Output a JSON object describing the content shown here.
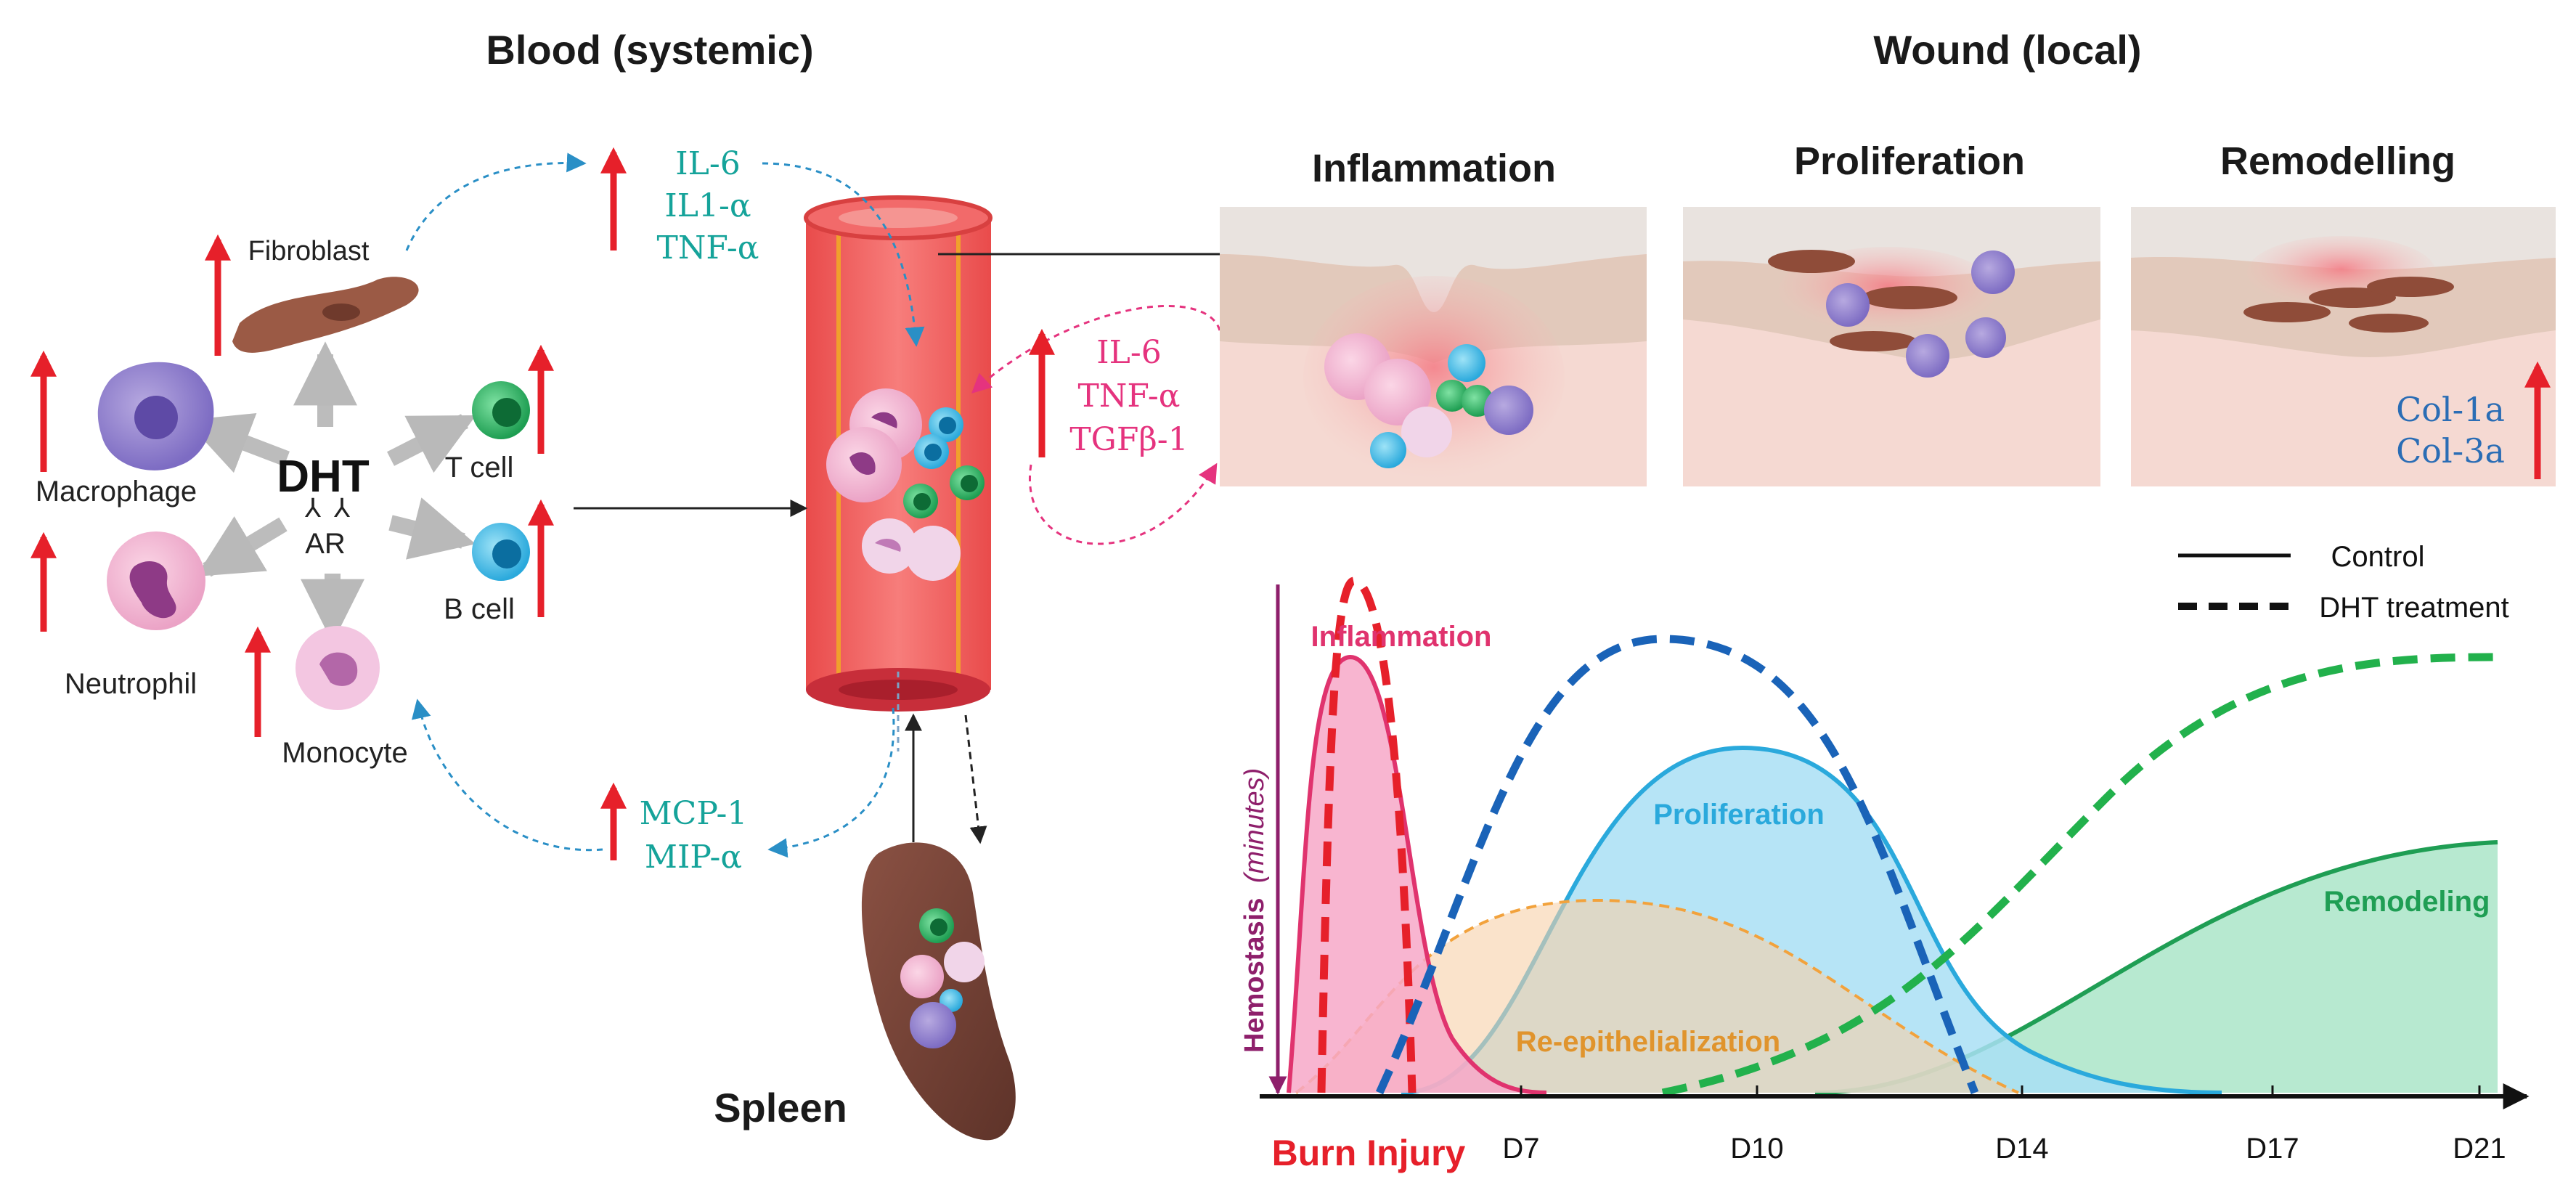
{
  "sections": {
    "blood_title": "Blood (systemic)",
    "wound_title": "Wound (local)"
  },
  "hormone": {
    "label": "DHT",
    "receptor": "AR"
  },
  "cells": {
    "fibroblast": "Fibroblast",
    "macrophage": "Macrophage",
    "neutrophil": "Neutrophil",
    "monocyte": "Monocyte",
    "t_cell": "T cell",
    "b_cell": "B cell"
  },
  "cytokines": {
    "top": [
      "IL-6",
      "IL1-α",
      "TNF-α"
    ],
    "local": [
      "IL-6",
      "TNF-α",
      "TGFβ-1"
    ],
    "chemokines": [
      "MCP-1",
      "MIP-α"
    ],
    "collagen": [
      "Col-1a",
      "Col-3a"
    ]
  },
  "organ": "Spleen",
  "wound_phases": [
    "Inflammation",
    "Proliferation",
    "Remodelling"
  ],
  "legend": {
    "control": "Control",
    "dht": "DHT treatment"
  },
  "chart_data": {
    "type": "area",
    "start_label": "Burn Injury",
    "x_ticks": [
      "D7",
      "D10",
      "D14",
      "D17",
      "D21"
    ],
    "hemostasis_label": "Hemostasis",
    "hemostasis_unit": "(minutes)",
    "series": [
      {
        "name": "Inflammation",
        "color": "#e0336e",
        "peak_day": 1.5
      },
      {
        "name": "Re-epithelialization",
        "color": "#f2a23c",
        "peak_day": 8
      },
      {
        "name": "Proliferation",
        "color": "#2aa9dc",
        "peak_day": 10
      },
      {
        "name": "Remodeling",
        "color": "#1f9e54",
        "peak_day": 21
      }
    ]
  },
  "colors": {
    "up_arrow": "#e6202a",
    "cytokine_teal": "#15a39a",
    "cytokine_pink": "#e5337e",
    "collagen_blue": "#2a6db5",
    "dht_dash_red": "#e6202a",
    "dht_dash_blue": "#1a63b8",
    "dht_dash_green": "#22b14c"
  }
}
